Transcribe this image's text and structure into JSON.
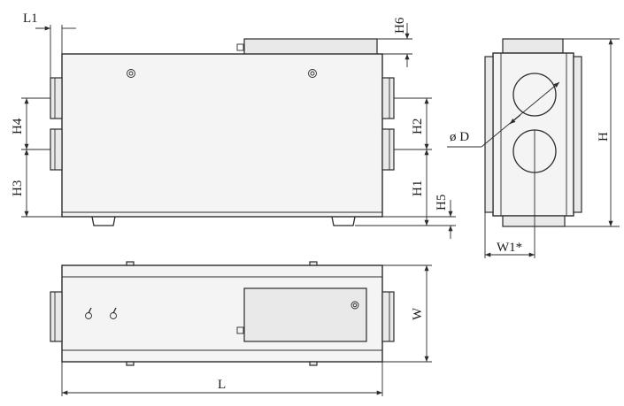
{
  "labels": {
    "L1": "L1",
    "H6": "H6",
    "H4": "H4",
    "H3": "H3",
    "H2": "H2",
    "H1": "H1",
    "H5": "H5",
    "H": "H",
    "D": "ø D",
    "W1": "W1*",
    "W": "W",
    "L": "L"
  }
}
